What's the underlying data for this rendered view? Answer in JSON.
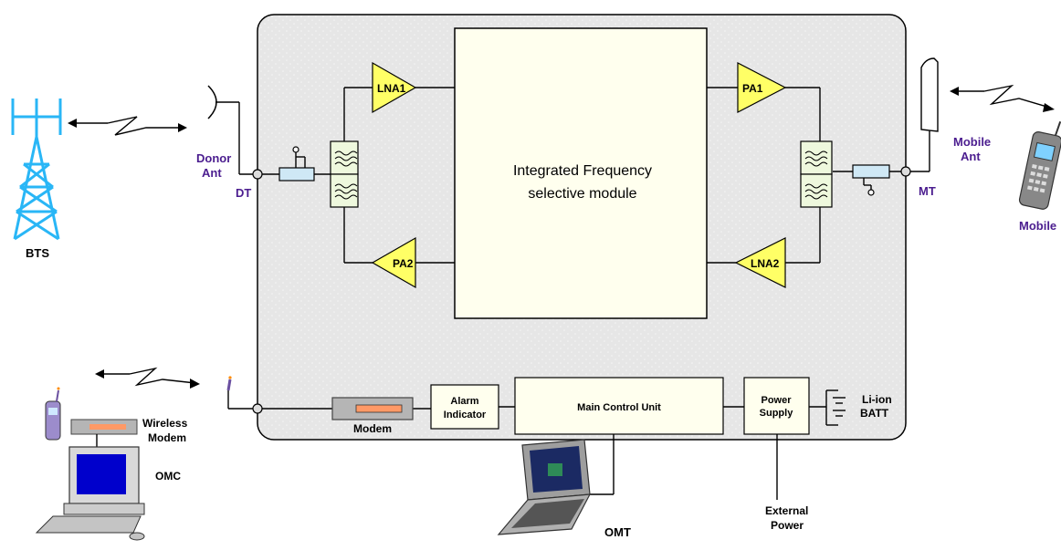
{
  "core": {
    "ifsm_line1": "Integrated Frequency",
    "ifsm_line2": "selective module",
    "lna1": "LNA1",
    "pa2": "PA2",
    "pa1": "PA1",
    "lna2": "LNA2",
    "dt": "DT",
    "mt": "MT"
  },
  "donor_side": {
    "bts": "BTS",
    "donor_ant_line1": "Donor",
    "donor_ant_line2": "Ant"
  },
  "mobile_side": {
    "mobile_ant_line1": "Mobile",
    "mobile_ant_line2": "Ant",
    "mobile": "Mobile"
  },
  "control": {
    "modem": "Modem",
    "alarm_line1": "Alarm",
    "alarm_line2": "Indicator",
    "mcu": "Main Control Unit",
    "power_line1": "Power",
    "power_line2": "Supply",
    "batt_line1": "Li-ion",
    "batt_line2": "BATT",
    "ext_power_line1": "External",
    "ext_power_line2": "Power",
    "omt": "OMT"
  },
  "remote": {
    "wireless_modem_line1": "Wireless",
    "wireless_modem_line2": "Modem",
    "omc": "OMC"
  },
  "colors": {
    "chassis_fill": "#e6e6e6",
    "amp_fill": "#ffff66",
    "module_fill": "#ffffee",
    "filter_fill": "#eef8dd",
    "label_purple": "#4b1d8f",
    "tower_blue": "#29b6f6"
  }
}
